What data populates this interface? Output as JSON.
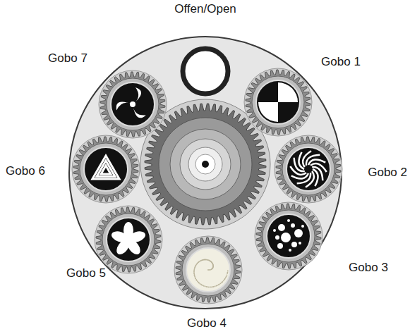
{
  "diagram": {
    "labels": [
      "Offen/Open",
      "Gobo 7",
      "Gobo 1",
      "Gobo 6",
      "Gobo 2",
      "Gobo 5",
      "Gobo 3",
      "Gobo 4"
    ]
  }
}
